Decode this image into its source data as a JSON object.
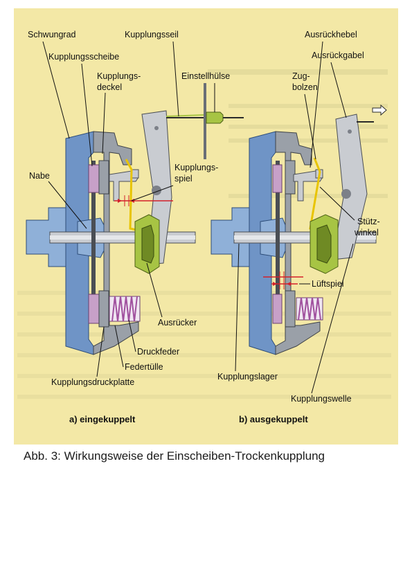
{
  "figure": {
    "caption": "Abb. 3: Wirkungsweise der Einscheiben-Trockenkupplung",
    "subcaption_a": "a) eingekuppelt",
    "subcaption_b": "b) ausgekuppelt",
    "labels_a": {
      "schwungrad": "Schwungrad",
      "kupplungsscheibe": "Kupplungsscheibe",
      "kupplungsdeckel_1": "Kupplungs-",
      "kupplungsdeckel_2": "deckel",
      "kupplungsseil": "Kupplungsseil",
      "einstellhuelse": "Einstellhülse",
      "nabe": "Nabe",
      "kupplungsspiel_1": "Kupplungs-",
      "kupplungsspiel_2": "spiel",
      "ausruecker": "Ausrücker",
      "druckfeder": "Druckfeder",
      "federtuelle": "Federtülle",
      "kupplungsdruckplatte": "Kupplungsdruckplatte"
    },
    "labels_b": {
      "ausrueckhebel": "Ausrückhebel",
      "ausrueckgabel": "Ausrückgabel",
      "zugbolzen_1": "Zug-",
      "zugbolzen_2": "bolzen",
      "stuetzwinkel_1": "Stütz-",
      "stuetzwinkel_2": "winkel",
      "lueftspiel": "Lüftspiel",
      "kupplungslager": "Kupplungslager",
      "kupplungswelle": "Kupplungswelle"
    },
    "colors": {
      "background_panel": "#f3e8a6",
      "housing_blue": "#6f94c6",
      "release_green": "#a7c444",
      "lining_purple": "#c7a0c8",
      "measure_red": "#d4202a",
      "cable_yellow": "#e8c400"
    }
  }
}
